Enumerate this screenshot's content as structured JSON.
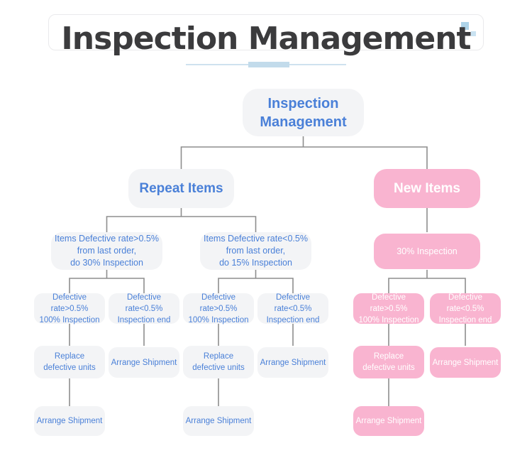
{
  "header": {
    "title": "Inspection Management"
  },
  "diagram": {
    "colors": {
      "node_text_blue": "#4a80d8",
      "node_bg_gray": "#f3f4f6",
      "node_bg_pink": "#f9b4d0",
      "node_text_white": "#ffffff",
      "connector_gray": "#8e8e8e",
      "title_color": "#3b3b3d",
      "underline_blue": "#c2dbeb",
      "decor_blue": "#aed4e9"
    },
    "nodes": {
      "root": {
        "label": "Inspection Management"
      },
      "repeat_items": {
        "label": "Repeat Items"
      },
      "new_items": {
        "label": "New Items"
      },
      "repeat_high_rate": {
        "label": "Items Defective rate>0.5%\nfrom last order,\ndo 30% Inspection"
      },
      "repeat_low_rate": {
        "label": "Items Defective rate<0.5%\nfrom last order,\ndo 15% Inspection"
      },
      "new_inspection": {
        "label": "30% Inspection"
      },
      "a_high": {
        "label": "Defective rate>0.5%\n100% Inspection"
      },
      "a_low": {
        "label": "Defective rate<0.5%\nInspection end"
      },
      "b_high": {
        "label": "Defective rate>0.5%\n100% Inspection"
      },
      "b_low": {
        "label": "Defective rate<0.5%\nInspection end"
      },
      "p_high": {
        "label": "Defective rate>0.5%\n100% Inspection"
      },
      "p_low": {
        "label": "Defective rate<0.5%\nInspection end"
      },
      "a_replace": {
        "label": "Replace\ndefective units"
      },
      "a_ship_low": {
        "label": "Arrange Shipment"
      },
      "b_replace": {
        "label": "Replace\ndefective units"
      },
      "b_ship_low": {
        "label": "Arrange Shipment"
      },
      "p_replace": {
        "label": "Replace\ndefective units"
      },
      "p_ship_low": {
        "label": "Arrange Shipment"
      },
      "a_ship_final": {
        "label": "Arrange Shipment"
      },
      "b_ship_final": {
        "label": "Arrange Shipment"
      },
      "p_ship_final": {
        "label": "Arrange Shipment"
      }
    }
  }
}
